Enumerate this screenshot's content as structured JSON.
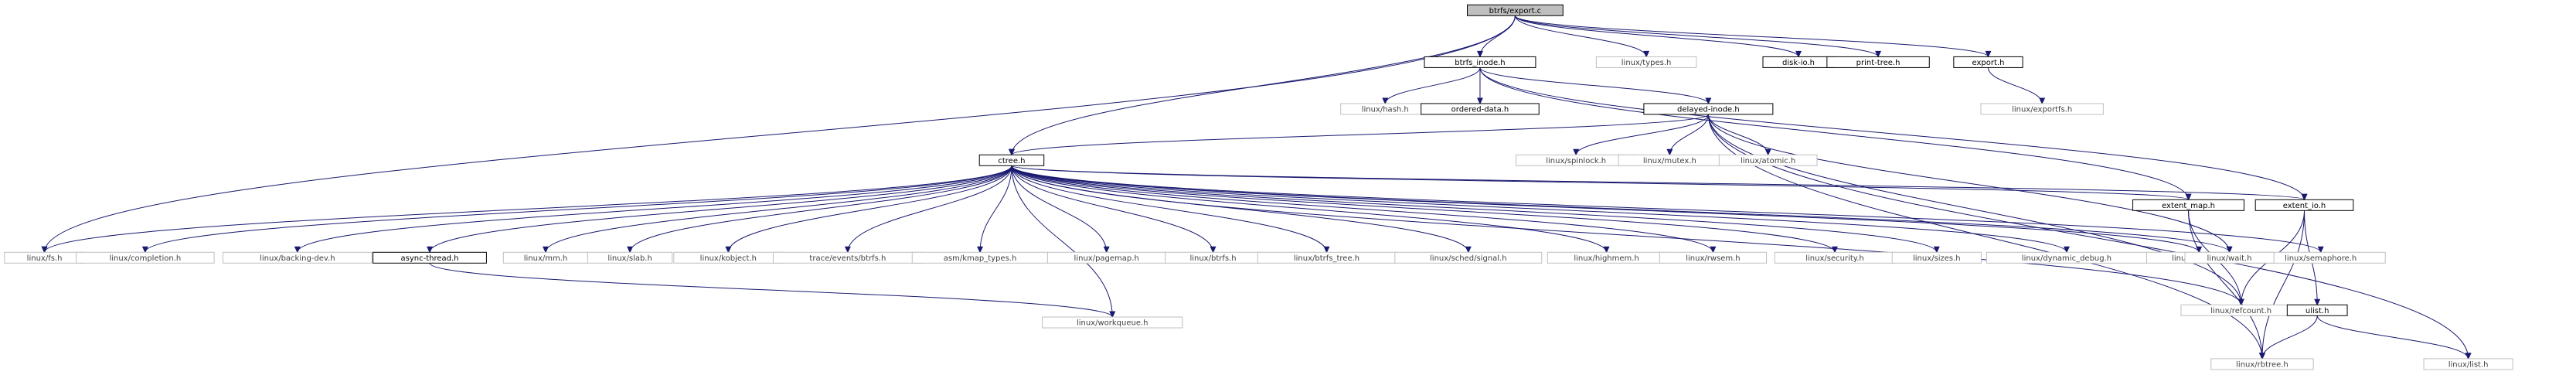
{
  "colors": {
    "edge": "#191970",
    "root_fill": "#bfbfbf",
    "node_border_documented": "#000000",
    "node_border_system": "#bfbfbf",
    "node_text_documented": "#000000",
    "node_text_system": "#404040"
  },
  "graph": {
    "nodes": [
      {
        "id": "export_c",
        "label": "btrfs/export.c",
        "kind": "root"
      },
      {
        "id": "linux_fs",
        "label": "linux/fs.h",
        "kind": "system"
      },
      {
        "id": "ctree",
        "label": "ctree.h",
        "kind": "documented"
      },
      {
        "id": "btrfs_inode",
        "label": "btrfs_inode.h",
        "kind": "documented"
      },
      {
        "id": "linux_types",
        "label": "linux/types.h",
        "kind": "system"
      },
      {
        "id": "disk_io",
        "label": "disk-io.h",
        "kind": "documented"
      },
      {
        "id": "print_tree",
        "label": "print-tree.h",
        "kind": "documented"
      },
      {
        "id": "export_h",
        "label": "export.h",
        "kind": "documented"
      },
      {
        "id": "linux_exportfs",
        "label": "linux/exportfs.h",
        "kind": "system"
      },
      {
        "id": "linux_hash",
        "label": "linux/hash.h",
        "kind": "system"
      },
      {
        "id": "ordered_data",
        "label": "ordered-data.h",
        "kind": "documented"
      },
      {
        "id": "delayed_inode",
        "label": "delayed-inode.h",
        "kind": "documented"
      },
      {
        "id": "linux_spinlock",
        "label": "linux/spinlock.h",
        "kind": "system"
      },
      {
        "id": "linux_mutex",
        "label": "linux/mutex.h",
        "kind": "system"
      },
      {
        "id": "linux_atomic",
        "label": "linux/atomic.h",
        "kind": "system"
      },
      {
        "id": "linux_completion",
        "label": "linux/completion.h",
        "kind": "system"
      },
      {
        "id": "linux_backing_dev",
        "label": "linux/backing-dev.h",
        "kind": "system"
      },
      {
        "id": "async_thread",
        "label": "async-thread.h",
        "kind": "documented"
      },
      {
        "id": "linux_mm",
        "label": "linux/mm.h",
        "kind": "system"
      },
      {
        "id": "linux_slab",
        "label": "linux/slab.h",
        "kind": "system"
      },
      {
        "id": "linux_kobject",
        "label": "linux/kobject.h",
        "kind": "system"
      },
      {
        "id": "trace_events_btrfs",
        "label": "trace/events/btrfs.h",
        "kind": "system"
      },
      {
        "id": "asm_kmap_types",
        "label": "asm/kmap_types.h",
        "kind": "system"
      },
      {
        "id": "linux_pagemap",
        "label": "linux/pagemap.h",
        "kind": "system"
      },
      {
        "id": "linux_btrfs",
        "label": "linux/btrfs.h",
        "kind": "system"
      },
      {
        "id": "linux_btrfs_tree",
        "label": "linux/btrfs_tree.h",
        "kind": "system"
      },
      {
        "id": "linux_sched_signal",
        "label": "linux/sched/signal.h",
        "kind": "system"
      },
      {
        "id": "linux_highmem",
        "label": "linux/highmem.h",
        "kind": "system"
      },
      {
        "id": "linux_rwsem",
        "label": "linux/rwsem.h",
        "kind": "system"
      },
      {
        "id": "linux_security",
        "label": "linux/security.h",
        "kind": "system"
      },
      {
        "id": "linux_sizes",
        "label": "linux/sizes.h",
        "kind": "system"
      },
      {
        "id": "linux_dynamic_debug",
        "label": "linux/dynamic_debug.h",
        "kind": "system"
      },
      {
        "id": "linux_crc32c",
        "label": "linux/crc32c.h",
        "kind": "system"
      },
      {
        "id": "linux_semaphore",
        "label": "linux/semaphore.h",
        "kind": "system"
      },
      {
        "id": "extent_map",
        "label": "extent_map.h",
        "kind": "documented"
      },
      {
        "id": "extent_io",
        "label": "extent_io.h",
        "kind": "documented"
      },
      {
        "id": "linux_wait",
        "label": "linux/wait.h",
        "kind": "system"
      },
      {
        "id": "linux_workqueue",
        "label": "linux/workqueue.h",
        "kind": "system"
      },
      {
        "id": "linux_refcount",
        "label": "linux/refcount.h",
        "kind": "system"
      },
      {
        "id": "ulist",
        "label": "ulist.h",
        "kind": "documented"
      },
      {
        "id": "linux_rbtree",
        "label": "linux/rbtree.h",
        "kind": "system"
      },
      {
        "id": "linux_list",
        "label": "linux/list.h",
        "kind": "system"
      }
    ],
    "edges": [
      [
        "export_c",
        "linux_fs"
      ],
      [
        "export_c",
        "ctree"
      ],
      [
        "export_c",
        "btrfs_inode"
      ],
      [
        "export_c",
        "linux_types"
      ],
      [
        "export_c",
        "disk_io"
      ],
      [
        "export_c",
        "print_tree"
      ],
      [
        "export_c",
        "export_h"
      ],
      [
        "export_h",
        "linux_exportfs"
      ],
      [
        "btrfs_inode",
        "linux_hash"
      ],
      [
        "btrfs_inode",
        "ordered_data"
      ],
      [
        "btrfs_inode",
        "delayed_inode"
      ],
      [
        "btrfs_inode",
        "extent_map"
      ],
      [
        "btrfs_inode",
        "extent_io"
      ],
      [
        "delayed_inode",
        "ctree"
      ],
      [
        "delayed_inode",
        "linux_spinlock"
      ],
      [
        "delayed_inode",
        "linux_mutex"
      ],
      [
        "delayed_inode",
        "linux_atomic"
      ],
      [
        "delayed_inode",
        "linux_wait"
      ],
      [
        "delayed_inode",
        "linux_refcount"
      ],
      [
        "delayed_inode",
        "linux_rbtree"
      ],
      [
        "delayed_inode",
        "linux_list"
      ],
      [
        "ctree",
        "linux_fs"
      ],
      [
        "ctree",
        "linux_completion"
      ],
      [
        "ctree",
        "linux_backing_dev"
      ],
      [
        "ctree",
        "async_thread"
      ],
      [
        "ctree",
        "linux_mm"
      ],
      [
        "ctree",
        "linux_slab"
      ],
      [
        "ctree",
        "linux_kobject"
      ],
      [
        "ctree",
        "trace_events_btrfs"
      ],
      [
        "ctree",
        "asm_kmap_types"
      ],
      [
        "ctree",
        "linux_pagemap"
      ],
      [
        "ctree",
        "linux_btrfs"
      ],
      [
        "ctree",
        "linux_btrfs_tree"
      ],
      [
        "ctree",
        "linux_sched_signal"
      ],
      [
        "ctree",
        "linux_highmem"
      ],
      [
        "ctree",
        "linux_rwsem"
      ],
      [
        "ctree",
        "linux_workqueue"
      ],
      [
        "ctree",
        "linux_security"
      ],
      [
        "ctree",
        "linux_sizes"
      ],
      [
        "ctree",
        "linux_dynamic_debug"
      ],
      [
        "ctree",
        "linux_crc32c"
      ],
      [
        "ctree",
        "linux_semaphore"
      ],
      [
        "ctree",
        "extent_map"
      ],
      [
        "ctree",
        "extent_io"
      ],
      [
        "ctree",
        "linux_refcount"
      ],
      [
        "ctree",
        "linux_wait"
      ],
      [
        "async_thread",
        "linux_workqueue"
      ],
      [
        "extent_map",
        "linux_rbtree"
      ],
      [
        "extent_map",
        "linux_refcount"
      ],
      [
        "extent_io",
        "linux_rbtree"
      ],
      [
        "extent_io",
        "linux_refcount"
      ],
      [
        "extent_io",
        "ulist"
      ],
      [
        "ulist",
        "linux_list"
      ],
      [
        "ulist",
        "linux_rbtree"
      ]
    ]
  }
}
